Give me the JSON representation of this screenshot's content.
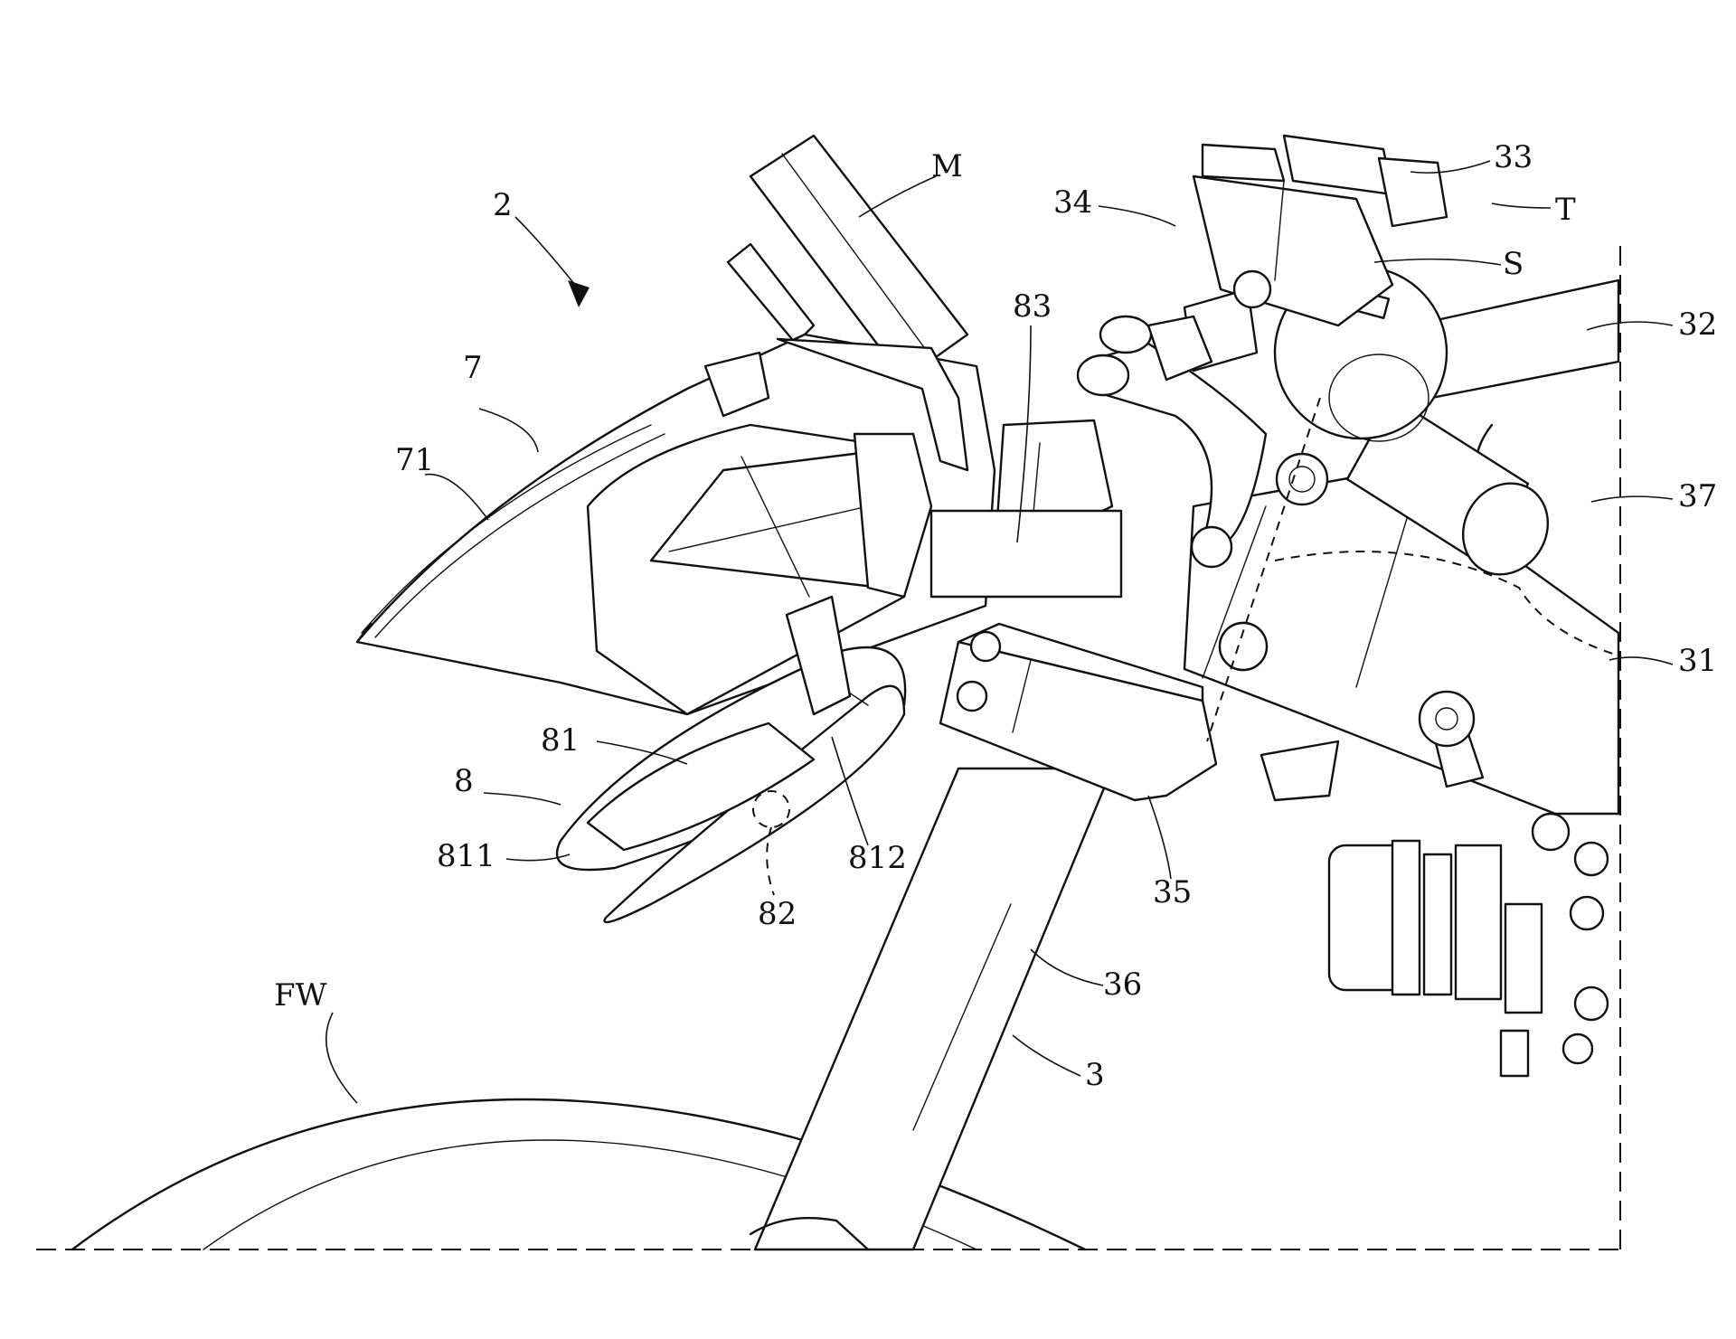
{
  "labels": {
    "l2": "2",
    "l7": "7",
    "l71": "71",
    "lM": "M",
    "l83": "83",
    "l34": "34",
    "l33": "33",
    "lT": "T",
    "lS": "S",
    "l32": "32",
    "l37": "37",
    "l31": "31",
    "l81": "81",
    "l8": "8",
    "l811": "811",
    "l812": "812",
    "l82": "82",
    "l35": "35",
    "l36": "36",
    "l3": "3",
    "lFW": "FW"
  }
}
